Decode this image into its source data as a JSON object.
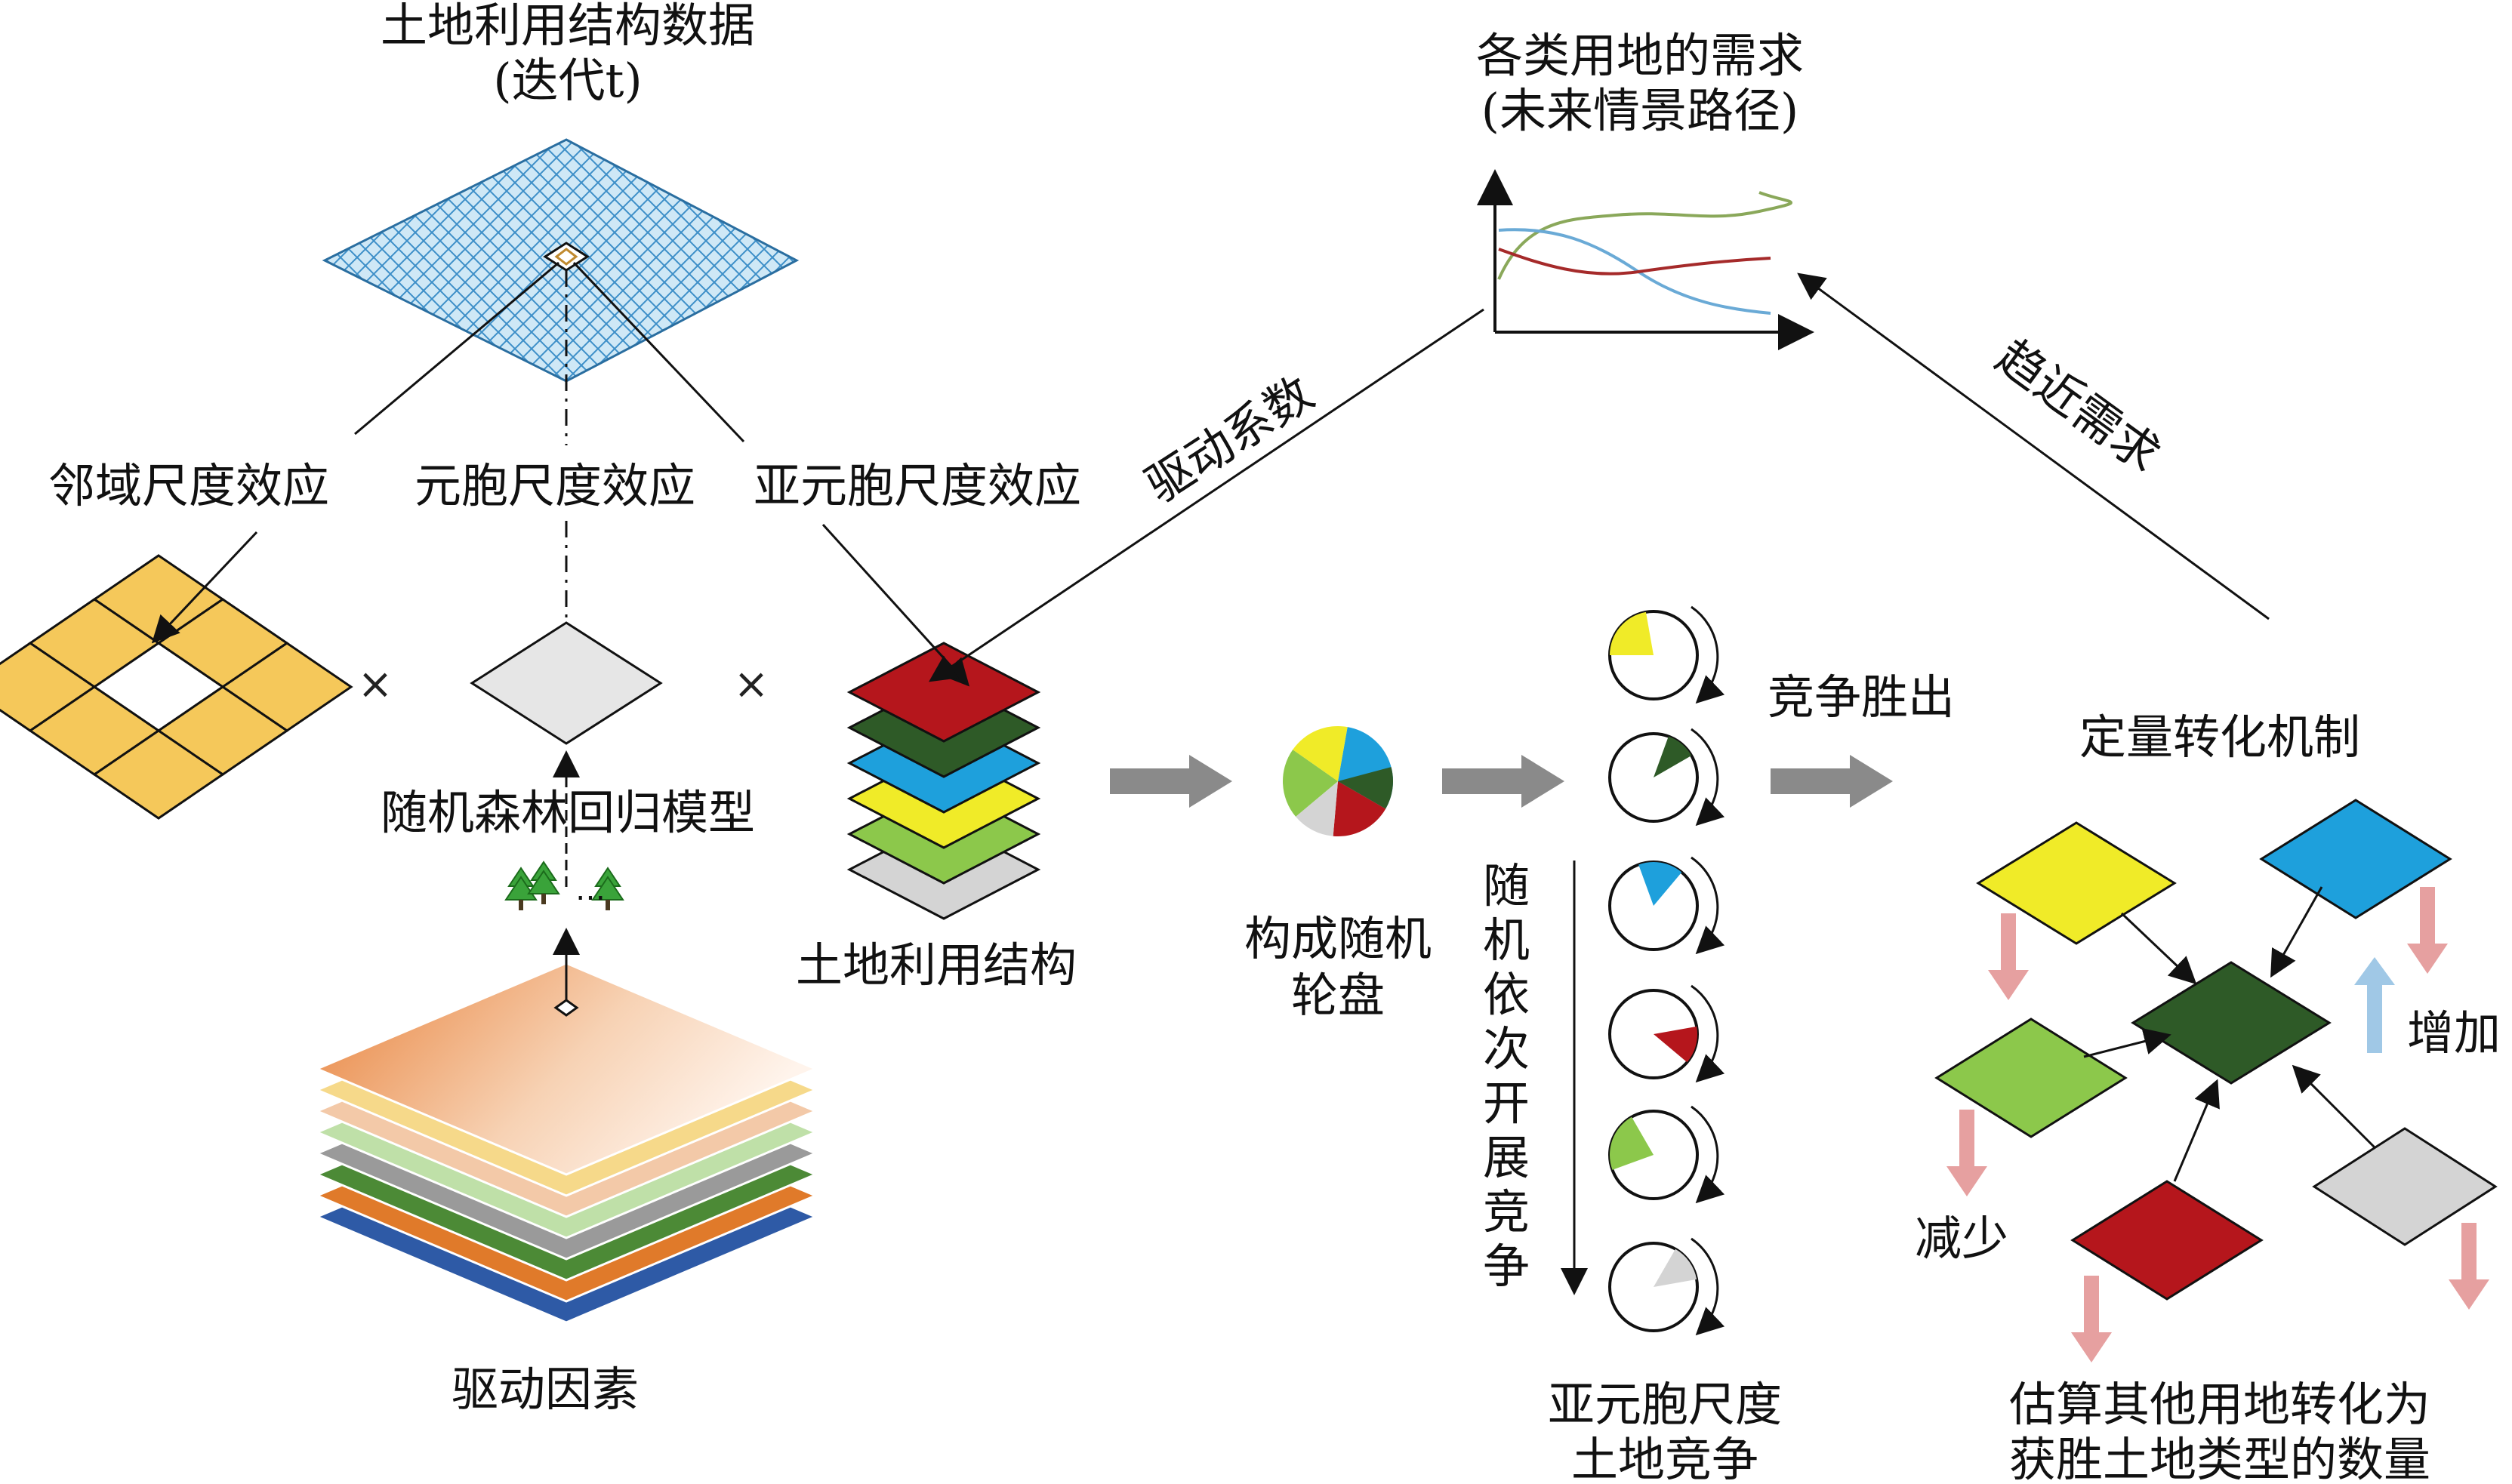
{
  "labels": {
    "title_line1": "土地利用结构数据",
    "title_line2": "(迭代t)",
    "neighborhood_effect": "邻域尺度效应",
    "cell_effect": "元胞尺度效应",
    "subcell_effect": "亚元胞尺度效应",
    "rf_model": "随机森林回归模型",
    "drivers": "驱动因素",
    "land_structure": "土地利用结构",
    "demand_line1": "各类用地的需求",
    "demand_line2": "(未来情景路径)",
    "drive_coef": "驱动系数",
    "approach_demand": "趋近需求",
    "roulette_line1": "构成随机",
    "roulette_line2": "轮盘",
    "compete_win": "竞争胜出",
    "sequential": [
      "随",
      "机",
      "依",
      "次",
      "开",
      "展",
      "竞",
      "争"
    ],
    "subcell_comp_line1": "亚元胞尺度",
    "subcell_comp_line2": "土地竞争",
    "quant_mech": "定量转化机制",
    "increase": "增加",
    "decrease": "减少",
    "estimate_line1": "估算其他用地转化为",
    "estimate_line2": "获胜土地类型的数量",
    "times": "×"
  },
  "colors": {
    "red": "#b5161c",
    "darkgreen": "#2e5a27",
    "blue": "#1ea0dc",
    "yellow": "#f0eb28",
    "lightgreen": "#8cc84b",
    "gray": "#d4d4d4",
    "grid_yellow": "#f5c85a",
    "mesh_blue": "#b9dcf0",
    "arrow_gray": "#8a8a8a",
    "down_arrow": "#e6a0a0",
    "up_arrow": "#a0c8e6"
  }
}
